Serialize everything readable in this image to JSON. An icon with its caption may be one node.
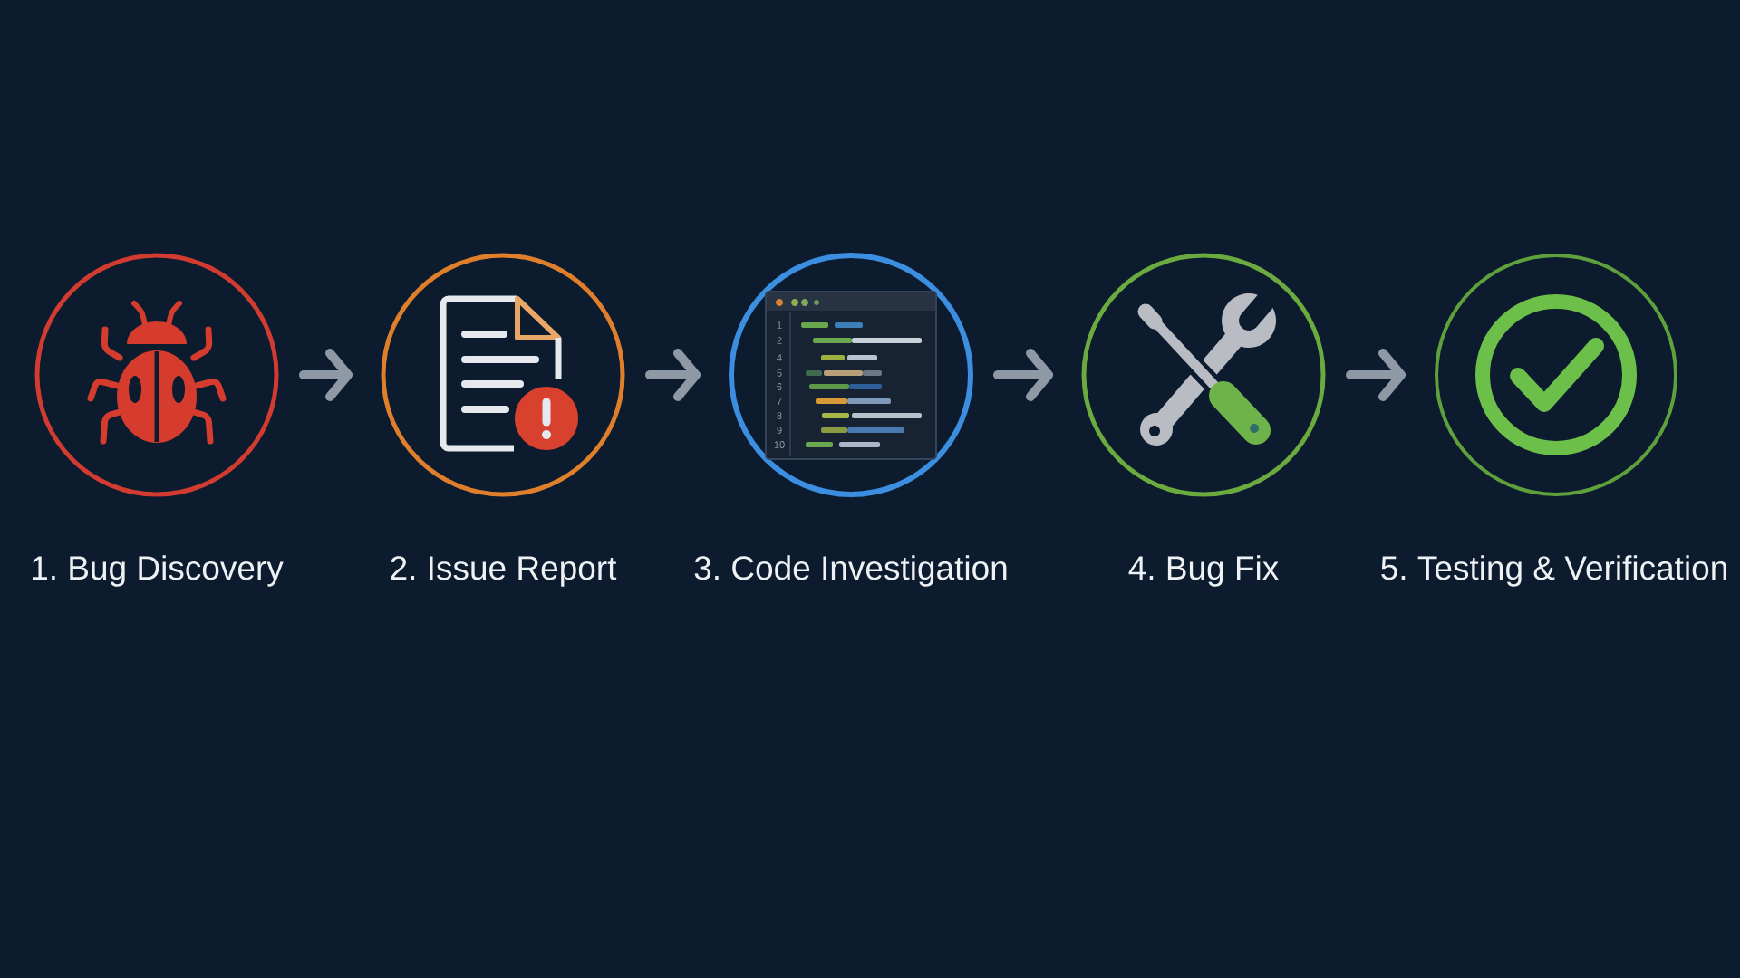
{
  "diagram": {
    "nodes": [
      {
        "text": [
          "1. Bug Discovery"
        ]
      },
      {
        "text": [
          "2. Issue Report"
        ]
      },
      {
        "text": [
          "3. Code Investigation"
        ]
      },
      {
        "text": [
          "4. Bug Fix"
        ]
      },
      {
        "text": [
          "5. Testing & Verification"
        ]
      }
    ],
    "edges": [
      {
        "from": 0,
        "to": 1,
        "arrow": "to"
      },
      {
        "from": 1,
        "to": 2,
        "arrow": "to"
      },
      {
        "from": 2,
        "to": 3,
        "arrow": "to"
      },
      {
        "from": 3,
        "to": 4,
        "arrow": "to"
      }
    ],
    "labels": [
      "1",
      "2",
      "4",
      "5",
      "6",
      "7",
      "8",
      "9",
      "10"
    ]
  }
}
